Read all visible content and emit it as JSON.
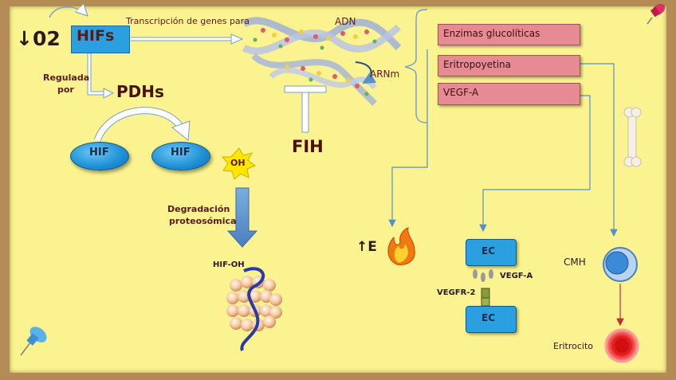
{
  "left": {
    "o2_label": "↓02",
    "hifs_label": "HIFs",
    "transcripcion_label": "Transcripción de genes para",
    "regulada_label": "Regulada",
    "por_label": "por",
    "pdhs_label": "PDHs",
    "hif_left": "HIF",
    "hif_right": "HIF",
    "oh_label": "OH",
    "degradacion_line1": "Degradación",
    "degradacion_line2": "proteosómica",
    "hifoh_label": "HIF-OH"
  },
  "center": {
    "adn_label": "ADN",
    "arnm_label": "ARNm",
    "fih_label": "FIH"
  },
  "genes": {
    "enzimas": "Enzimas glucolíticas",
    "eritropoyetina": "Eritropoyetina",
    "vegfa": "VEGF-A"
  },
  "effects": {
    "energy_label": "↑E",
    "ec_top": "EC",
    "ec_bottom": "EC",
    "vegfa_small": "VEGF-A",
    "vegfr2": "VEGFR-2",
    "cmh": "CMH",
    "eritrocito": "Eritrocito"
  },
  "colors": {
    "background": "#fbf38f",
    "blue": "#2aa0e0",
    "pink": "#e68a94",
    "text": "#5a1a1a",
    "arrow_blue": "#5a8fc8"
  }
}
